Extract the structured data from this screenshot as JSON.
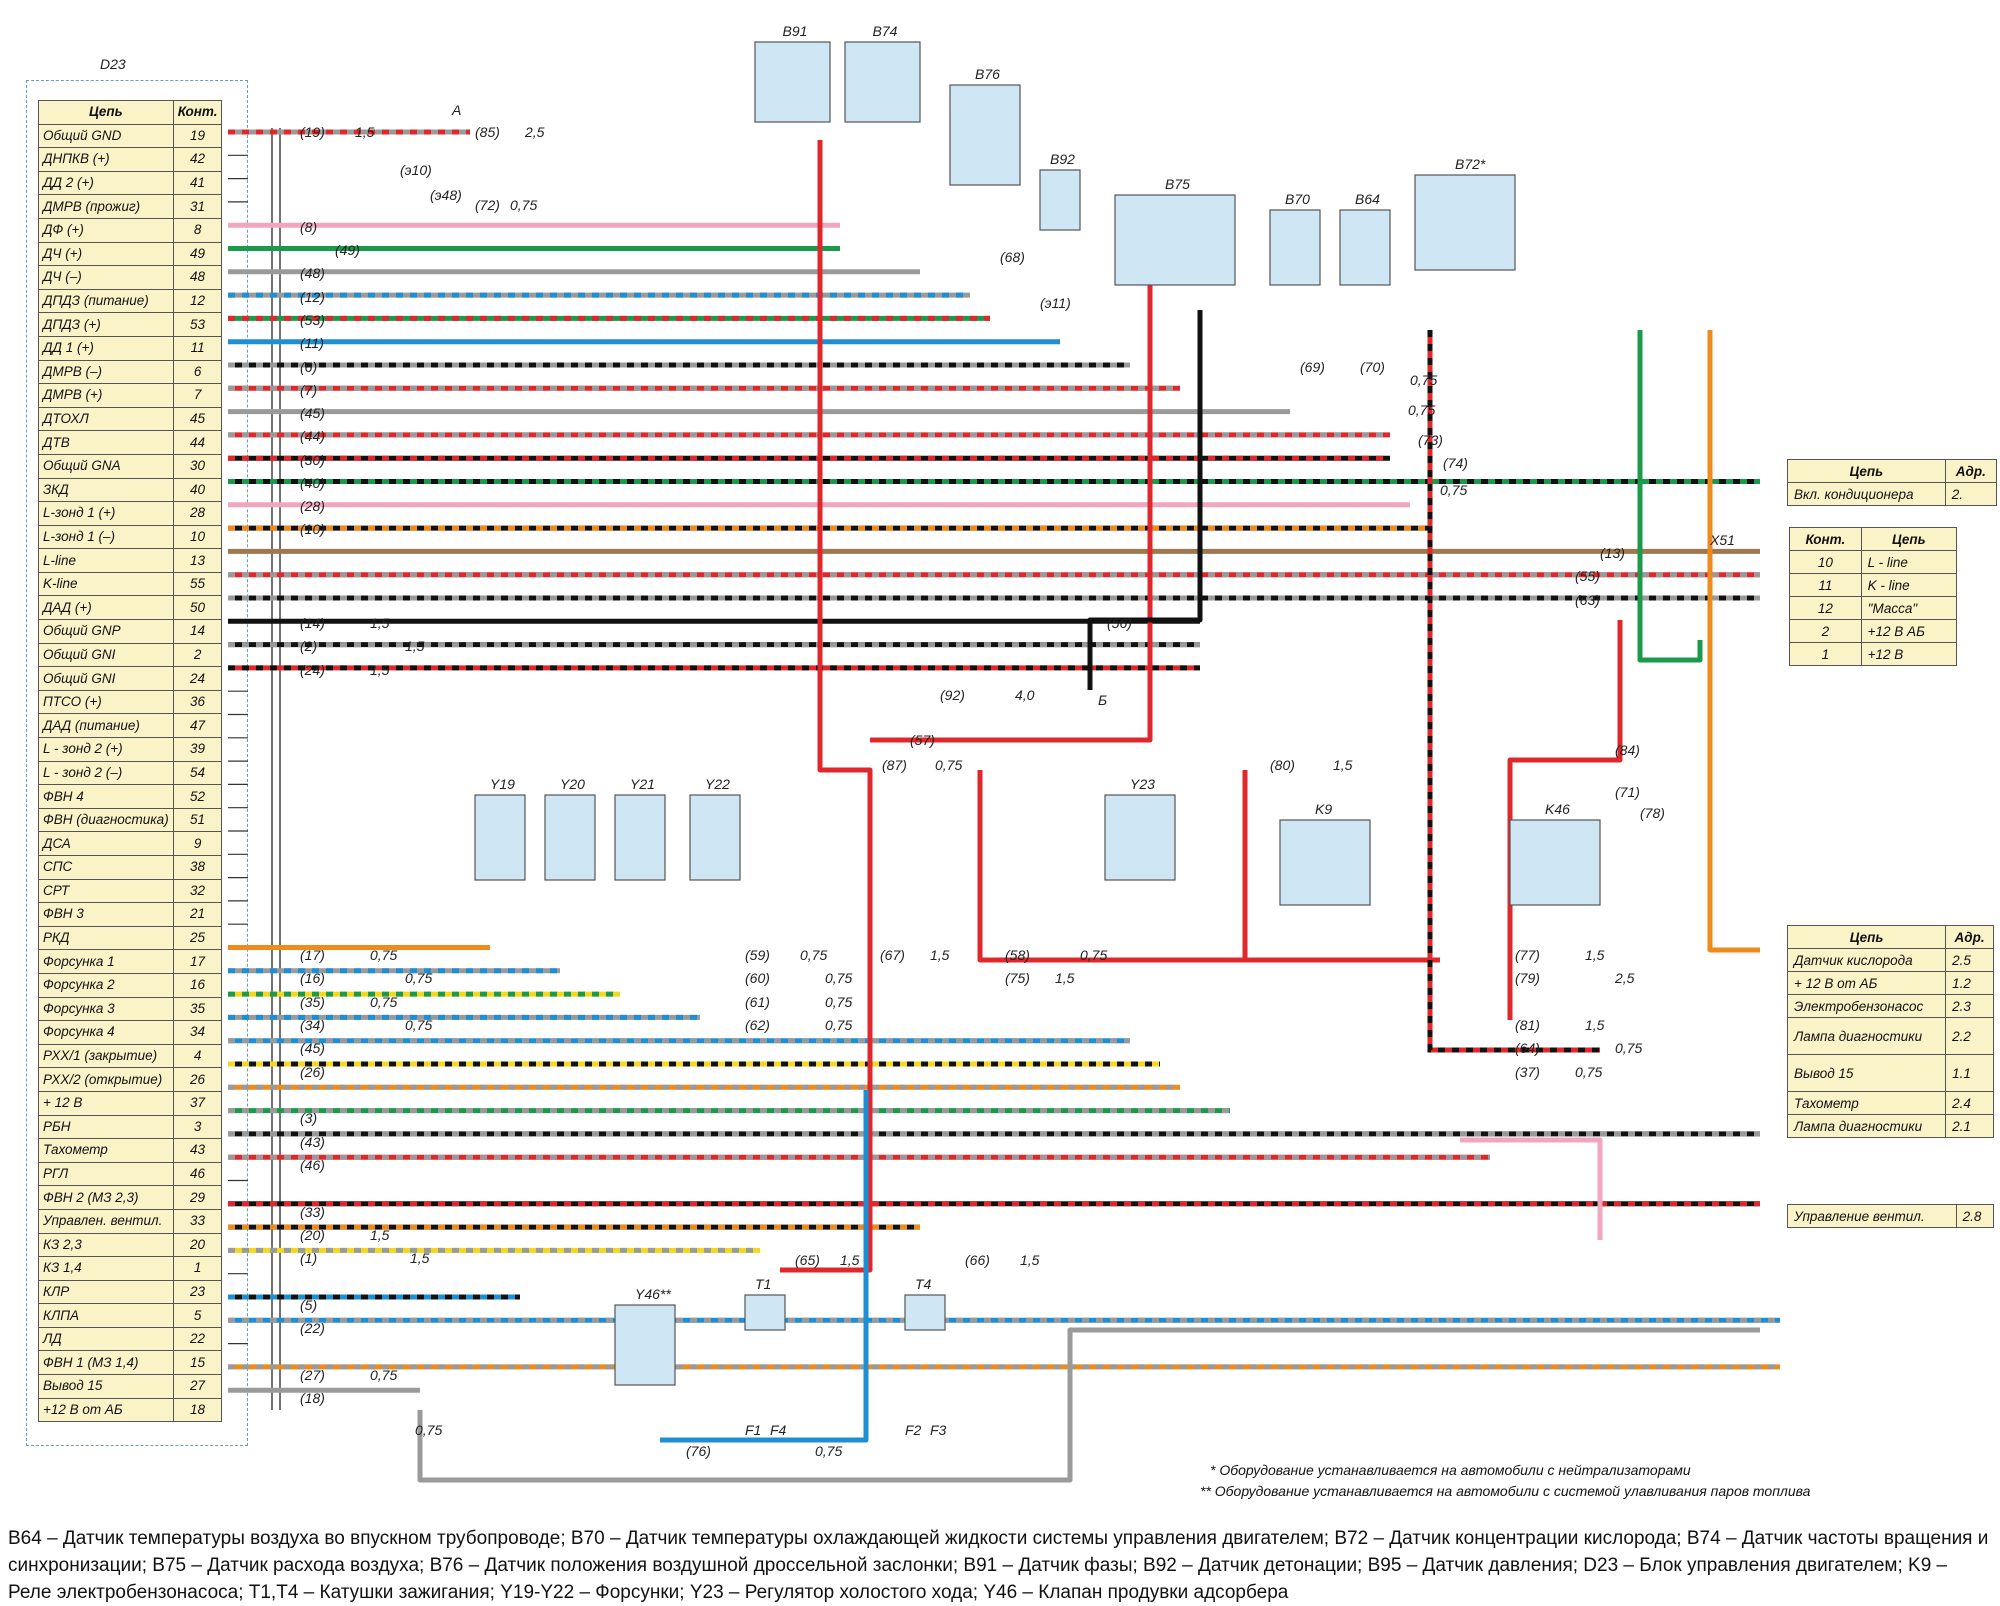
{
  "d23": {
    "label": "D23",
    "header": {
      "circuit": "Цепь",
      "contact": "Конт."
    },
    "rows": [
      {
        "name": "Общий GND",
        "pin": "19"
      },
      {
        "name": "ДНПКВ (+)",
        "pin": "42"
      },
      {
        "name": "ДД 2 (+)",
        "pin": "41"
      },
      {
        "name": "ДМРВ (прожиг)",
        "pin": "31"
      },
      {
        "name": "ДФ (+)",
        "pin": "8"
      },
      {
        "name": "ДЧ (+)",
        "pin": "49"
      },
      {
        "name": "ДЧ (–)",
        "pin": "48"
      },
      {
        "name": "ДПДЗ (питание)",
        "pin": "12"
      },
      {
        "name": "ДПДЗ (+)",
        "pin": "53"
      },
      {
        "name": "ДД 1 (+)",
        "pin": "11"
      },
      {
        "name": "ДМРВ (–)",
        "pin": "6"
      },
      {
        "name": "ДМРВ (+)",
        "pin": "7"
      },
      {
        "name": "ДТОХЛ",
        "pin": "45"
      },
      {
        "name": "ДТВ",
        "pin": "44"
      },
      {
        "name": "Общий GNA",
        "pin": "30"
      },
      {
        "name": "ЗКД",
        "pin": "40"
      },
      {
        "name": "L-зонд 1 (+)",
        "pin": "28"
      },
      {
        "name": "L-зонд 1 (–)",
        "pin": "10"
      },
      {
        "name": "L-line",
        "pin": "13"
      },
      {
        "name": "K-line",
        "pin": "55"
      },
      {
        "name": "ДАД (+)",
        "pin": "50"
      },
      {
        "name": "Общий GNP",
        "pin": "14"
      },
      {
        "name": "Общий GNI",
        "pin": "2"
      },
      {
        "name": "Общий GNI",
        "pin": "24"
      },
      {
        "name": "ПТСО (+)",
        "pin": "36"
      },
      {
        "name": "ДАД (питание)",
        "pin": "47"
      },
      {
        "name": "L - зонд 2 (+)",
        "pin": "39"
      },
      {
        "name": "L - зонд 2 (–)",
        "pin": "54"
      },
      {
        "name": "ФВН 4",
        "pin": "52"
      },
      {
        "name": "ФВН (диагностика)",
        "pin": "51"
      },
      {
        "name": "ДСА",
        "pin": "9"
      },
      {
        "name": "СПС",
        "pin": "38"
      },
      {
        "name": "СРТ",
        "pin": "32"
      },
      {
        "name": "ФВН 3",
        "pin": "21"
      },
      {
        "name": "РКД",
        "pin": "25"
      },
      {
        "name": "Форсунка 1",
        "pin": "17"
      },
      {
        "name": "Форсунка 2",
        "pin": "16"
      },
      {
        "name": "Форсунка 3",
        "pin": "35"
      },
      {
        "name": "Форсунка 4",
        "pin": "34"
      },
      {
        "name": "РХХ/1 (закрытие)",
        "pin": "4"
      },
      {
        "name": "РХХ/2 (открытие)",
        "pin": "26"
      },
      {
        "name": "+ 12 В",
        "pin": "37"
      },
      {
        "name": "РБН",
        "pin": "3"
      },
      {
        "name": "Тахометр",
        "pin": "43"
      },
      {
        "name": "РГЛ",
        "pin": "46"
      },
      {
        "name": "ФВН 2 (МЗ 2,3)",
        "pin": "29"
      },
      {
        "name": "Управлен. вентил.",
        "pin": "33"
      },
      {
        "name": "КЗ 2,3",
        "pin": "20"
      },
      {
        "name": "КЗ 1,4",
        "pin": "1"
      },
      {
        "name": "КЛР",
        "pin": "23"
      },
      {
        "name": "КЛПА",
        "pin": "5"
      },
      {
        "name": "ЛД",
        "pin": "22"
      },
      {
        "name": "ФВН 1 (МЗ 1,4)",
        "pin": "15"
      },
      {
        "name": "Вывод 15",
        "pin": "27"
      },
      {
        "name": "+12 В от АБ",
        "pin": "18"
      }
    ]
  },
  "components": {
    "b91": "B91",
    "b74": "B74",
    "b76": "B76",
    "b92": "B92",
    "b75": "B75",
    "b70": "B70",
    "b64": "B64",
    "b72": "B72*",
    "y19": "Y19",
    "y20": "Y20",
    "y21": "Y21",
    "y22": "Y22",
    "y23": "Y23",
    "k9": "K9",
    "k46": "K46",
    "y46": "Y46**",
    "t1": "T1",
    "t4": "T4",
    "x51": "X51",
    "f1": "F1",
    "f4": "F4",
    "f2": "F2",
    "f3": "F3",
    "node_a": "A",
    "node_b": "Б"
  },
  "wire_labels": [
    "(19)",
    "1,5",
    "(85)",
    "2,5",
    "(э10)",
    "(э48)",
    "(72)",
    "0,75",
    "(8)",
    "(49)",
    "(48)",
    "(12)",
    "(53)",
    "(68)",
    "(11)",
    "(э11)",
    "(6)",
    "(7)",
    "(69)",
    "(70)",
    "(45)",
    "(44)",
    "(30)",
    "(40)",
    "(28)",
    "(10)",
    "(13)",
    "(55)",
    "(63)",
    "(14)",
    "1,5",
    "(56)",
    "(2)",
    "1,5",
    "(24)",
    "1,5",
    "(92)",
    "4,0",
    "(57)",
    "(87)",
    "0,75",
    "(80)",
    "1,5",
    "0,75",
    "(73)",
    "(74)",
    "0,75",
    "0,75",
    "(84)",
    "(71)",
    "(78)",
    "(17)",
    "0,75",
    "(16)",
    "0,75",
    "(35)",
    "0,75",
    "(34)",
    "0,75",
    "(59)",
    "0,75",
    "(67)",
    "1,5",
    "(58)",
    "0,75",
    "(60)",
    "0,75",
    "(75)",
    "1,5",
    "(61)",
    "0,75",
    "(62)",
    "0,75",
    "(77)",
    "1,5",
    "(79)",
    "2,5",
    "(81)",
    "1,5",
    "(64)",
    "0,75",
    "(37)",
    "0,75",
    "(45)",
    "(26)",
    "(3)",
    "(43)",
    "(46)",
    "(33)",
    "(20)",
    "1,5",
    "(1)",
    "1,5",
    "(65)",
    "1,5",
    "(66)",
    "1,5",
    "(5)",
    "(22)",
    "(27)",
    "0,75",
    "(18)",
    "0,75",
    "(76)",
    "0,75"
  ],
  "tables": {
    "top": {
      "h1": "Цепь",
      "h2": "Адр.",
      "rows": [
        [
          "Вкл. кондиционера",
          "2."
        ]
      ]
    },
    "x51": {
      "h1": "Конт.",
      "h2": "Цепь",
      "rows": [
        [
          "10",
          "L - line"
        ],
        [
          "11",
          "K - line"
        ],
        [
          "12",
          "\"Масса\""
        ],
        [
          "2",
          "+12 В  АБ"
        ],
        [
          "1",
          "+12 В"
        ]
      ]
    },
    "bottom": {
      "h1": "Цепь",
      "h2": "Адр.",
      "rows": [
        [
          "Датчик кислорода",
          "2.5"
        ],
        [
          "+ 12 В от АБ",
          "1.2"
        ],
        [
          "Электробензонасос",
          "2.3"
        ],
        [
          "Лампа диагностики",
          "2.2"
        ],
        [
          "Вывод 15",
          "1.1"
        ],
        [
          "Тахометр",
          "2.4"
        ],
        [
          "Лампа диагностики",
          "2.1"
        ]
      ]
    },
    "fan": {
      "rows": [
        [
          "Управление вентил.",
          "2.8"
        ]
      ]
    }
  },
  "notes": {
    "n1": "* Оборудование устанавливается на автомобили с нейтрализаторами",
    "n2": "** Оборудование устанавливается на автомобили с системой улавливания паров топлива"
  },
  "caption": "B64 – Датчик температуры воздуха во впускном трубопроводе; B70 – Датчик температуры охлаждающей жидкости системы управления двигателем; B72 – Датчик концентрации кислорода; B74 – Датчик частоты вращения и синхронизации; B75 – Датчик расхода воздуха; B76 – Датчик положения воздушной дроссельной заслонки; B91 – Датчик фазы; B92 – Датчик детонации; B95 – Датчик давления; D23 – Блок управления двигателем; K9 – Реле электробензонасоса; T1,T4 – Катушки зажигания; Y19-Y22 – Форсунки; Y23 – Регулятор холостого хода; Y46 – Клапан продувки адсорбера",
  "colors": {
    "red": "#e0272b",
    "green": "#1a9a4a",
    "blue": "#1e8fd5",
    "black": "#111111",
    "orange": "#ef8a1c",
    "pink": "#f2a6be",
    "brown": "#a07850",
    "grey": "#9a9a9a",
    "yellow": "#f3d81c",
    "cream": "#fbf3c8",
    "component": "#cfe6f5"
  }
}
